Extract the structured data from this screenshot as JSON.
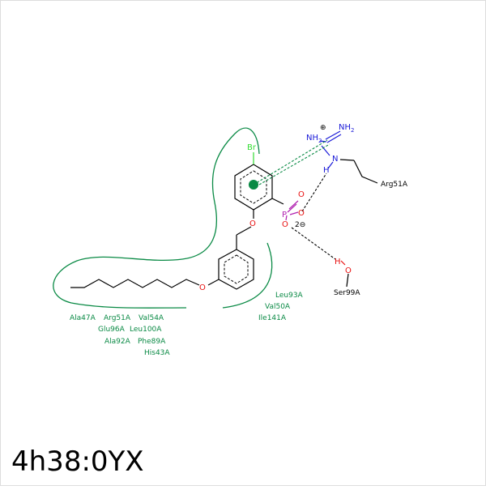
{
  "title": "4h38:0YX",
  "atoms": {
    "br": "Br",
    "p": "P",
    "o": "O",
    "n": "N",
    "h": "H",
    "nh2": "NH",
    "nh2_sub": "2",
    "charge_plus": "⊕",
    "charge_2minus": "2⊖"
  },
  "residues": {
    "arg51": "Arg51A",
    "ser99": "Ser99A"
  },
  "hydrophobic_residues": [
    "Leu93A",
    "Val50A",
    "Ile141A",
    "Ala47A",
    "Arg51A",
    "Val54A",
    "Glu96A",
    "Leu100A",
    "Ala92A",
    "Phe89A",
    "His43A"
  ],
  "colors": {
    "hydrophobic": "#0a8a45",
    "nitrogen": "#1a1ad8",
    "oxygen": "#e81010",
    "phosphorus": "#b020b0",
    "bromine": "#33dd33"
  }
}
